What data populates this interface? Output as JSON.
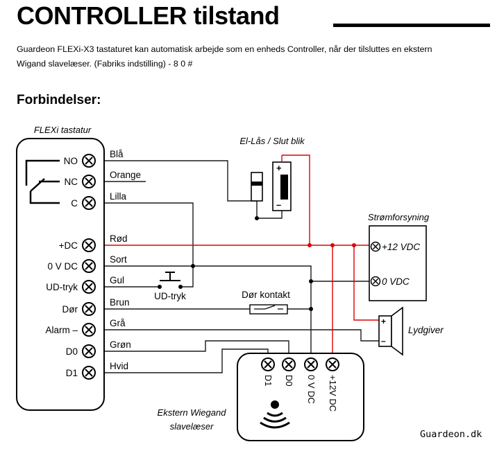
{
  "header": {
    "title": "CONTROLLER tilstand",
    "intro_line1": "Guardeon FLEXi-X3 tastaturet kan automatisk arbejde som en enheds Controller, når der tilsluttes en ekstern",
    "intro_line2": "Wigand slavelæser. (Fabriks indstilling) - 8 0 #"
  },
  "section_title": "Forbindelser:",
  "keypad": {
    "title": "FLEXi tastatur",
    "terminals": [
      "NO",
      "NC",
      "C",
      "+DC",
      "0 V DC",
      "UD-tryk",
      "Dør",
      "Alarm –",
      "D0",
      "D1"
    ]
  },
  "wires": [
    "Blå",
    "Orange",
    "Lilla",
    "Rød",
    "Sort",
    "Gul",
    "Brun",
    "Grå",
    "Grøn",
    "Hvid"
  ],
  "lock": {
    "title": "El-Lås / Slut blik",
    "plus": "+",
    "minus": "–"
  },
  "power_supply": {
    "title": "Strømforsyning",
    "terminals": [
      "+12 VDC",
      "0 VDC"
    ]
  },
  "exit_button": {
    "label": "UD-tryk"
  },
  "door_contact": {
    "label": "Dør kontakt"
  },
  "buzzer": {
    "label": "Lydgiver",
    "plus": "+",
    "minus": "–"
  },
  "reader": {
    "title_line1": "Ekstern Wiegand",
    "title_line2": "slavelæser",
    "terminals": [
      "D1",
      "D0",
      "0 V DC",
      "+12V DC"
    ]
  },
  "brand": "Guardeon.dk",
  "colors": {
    "power_wire": "#e00000",
    "ink": "#000000",
    "wire": "#1a1a1a"
  }
}
